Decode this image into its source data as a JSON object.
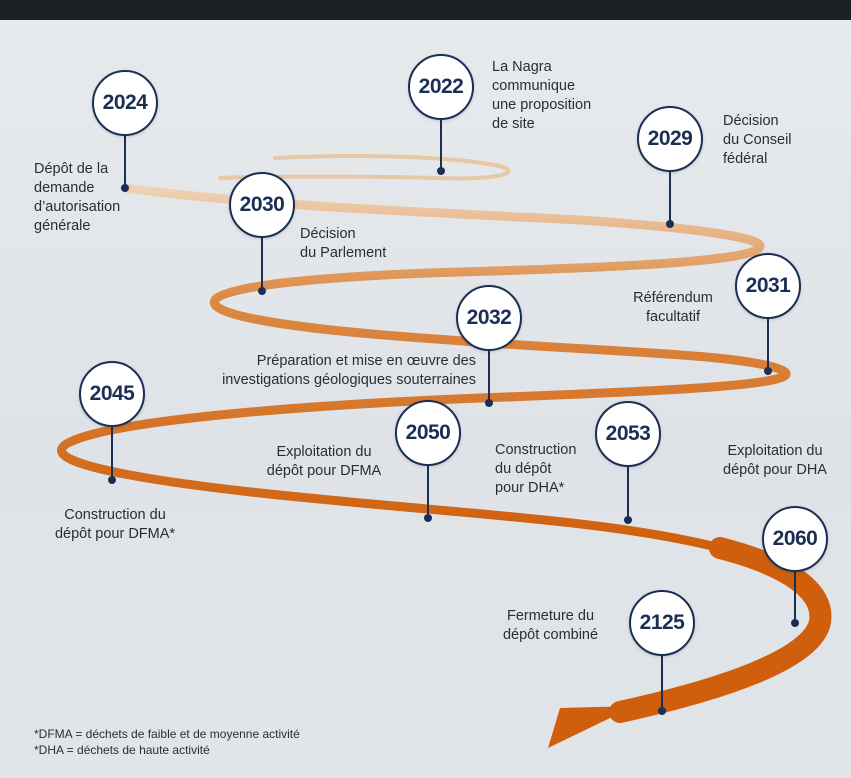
{
  "milestones": [
    {
      "year": "2024",
      "text": "Dépôt de la\ndemande\nd’autorisation\ngénérale"
    },
    {
      "year": "2022",
      "text": "La Nagra\ncommunique\nune proposition\nde site"
    },
    {
      "year": "2029",
      "text": "Décision\ndu Conseil\nfédéral"
    },
    {
      "year": "2030",
      "text": "Décision\ndu Parlement"
    },
    {
      "year": "2031",
      "text": "Référendum\nfacultatif"
    },
    {
      "year": "2032",
      "text": "Préparation et mise en œuvre des\ninvestigations géologiques souterraines"
    },
    {
      "year": "2045",
      "text": "Construction du\ndépôt pour DFMA*"
    },
    {
      "year": "2050",
      "text": "Exploitation du\ndépôt pour DFMA"
    },
    {
      "year": "2053",
      "text": "Construction\ndu dépôt\npour DHA*"
    },
    {
      "year": "2060",
      "text": "Exploitation du\ndépôt pour DHA"
    },
    {
      "year": "2125",
      "text": "Fermeture du\ndépôt combiné"
    }
  ],
  "footnotes": [
    "*DFMA = déchets de faible et de moyenne activité",
    "*DHA = déchets de haute activité"
  ],
  "colors": {
    "road": "#d46a14",
    "navy": "#1b2f55",
    "background": "#dfe3e7"
  }
}
